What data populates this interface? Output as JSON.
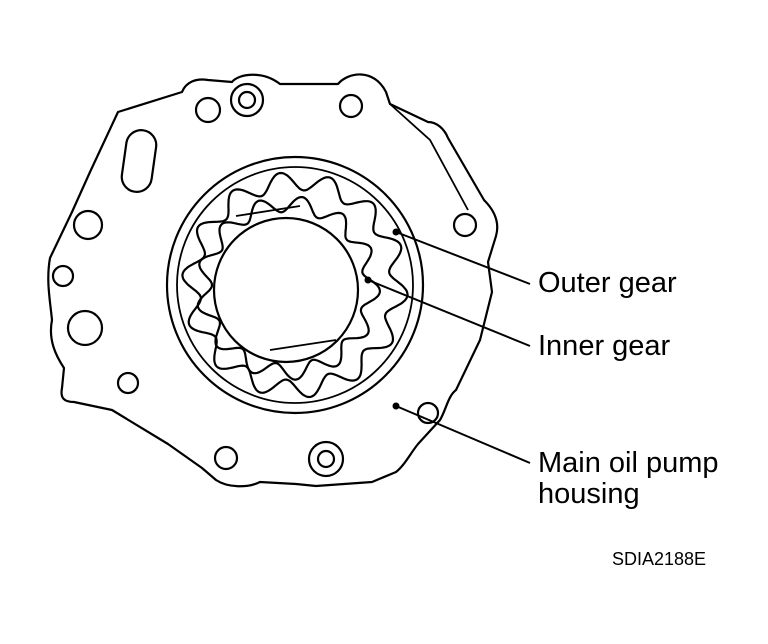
{
  "labels": {
    "outer_gear": "Outer gear",
    "inner_gear": "Inner gear",
    "housing_line1": "Main oil pump",
    "housing_line2": "housing"
  },
  "reference_code": "SDIA2188E",
  "colors": {
    "line": "#000000",
    "background": "#ffffff"
  }
}
